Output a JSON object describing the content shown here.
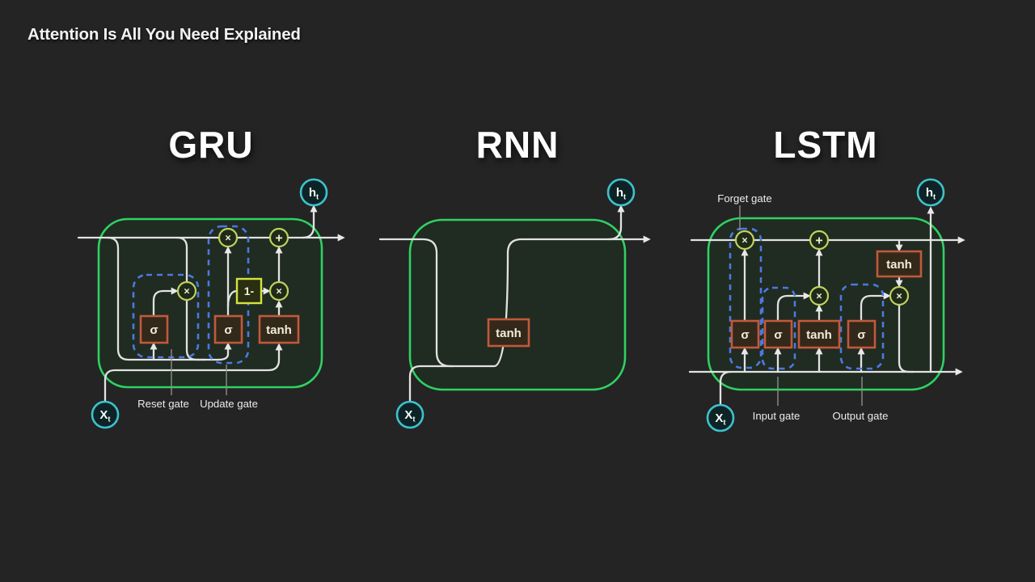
{
  "title": "Attention Is All You Need Explained",
  "symbols": {
    "multiply": "×",
    "add": "+",
    "sigma": "σ",
    "tanh": "tanh",
    "one_minus": "1-",
    "input_base": "X",
    "output_base": "h",
    "subscript_t": "t"
  },
  "gru": {
    "heading": "GRU",
    "labels": {
      "reset_gate": "Reset gate",
      "update_gate": "Update gate"
    }
  },
  "rnn": {
    "heading": "RNN"
  },
  "lstm": {
    "heading": "LSTM",
    "labels": {
      "forget_gate": "Forget gate",
      "input_gate": "Input gate",
      "output_gate": "Output gate"
    }
  },
  "colors": {
    "background": "#242424",
    "cell_border": "#2fd163",
    "cell_fill": "#202b22",
    "flow_line": "#e2e2e2",
    "gate_dashed": "#4c79e0",
    "op_circle_border": "#bed35c",
    "node_border": "#c1593b",
    "one_minus_border": "#d3e43e",
    "io_circle_border": "#3cc3cc",
    "label_text": "#ebebeb"
  }
}
